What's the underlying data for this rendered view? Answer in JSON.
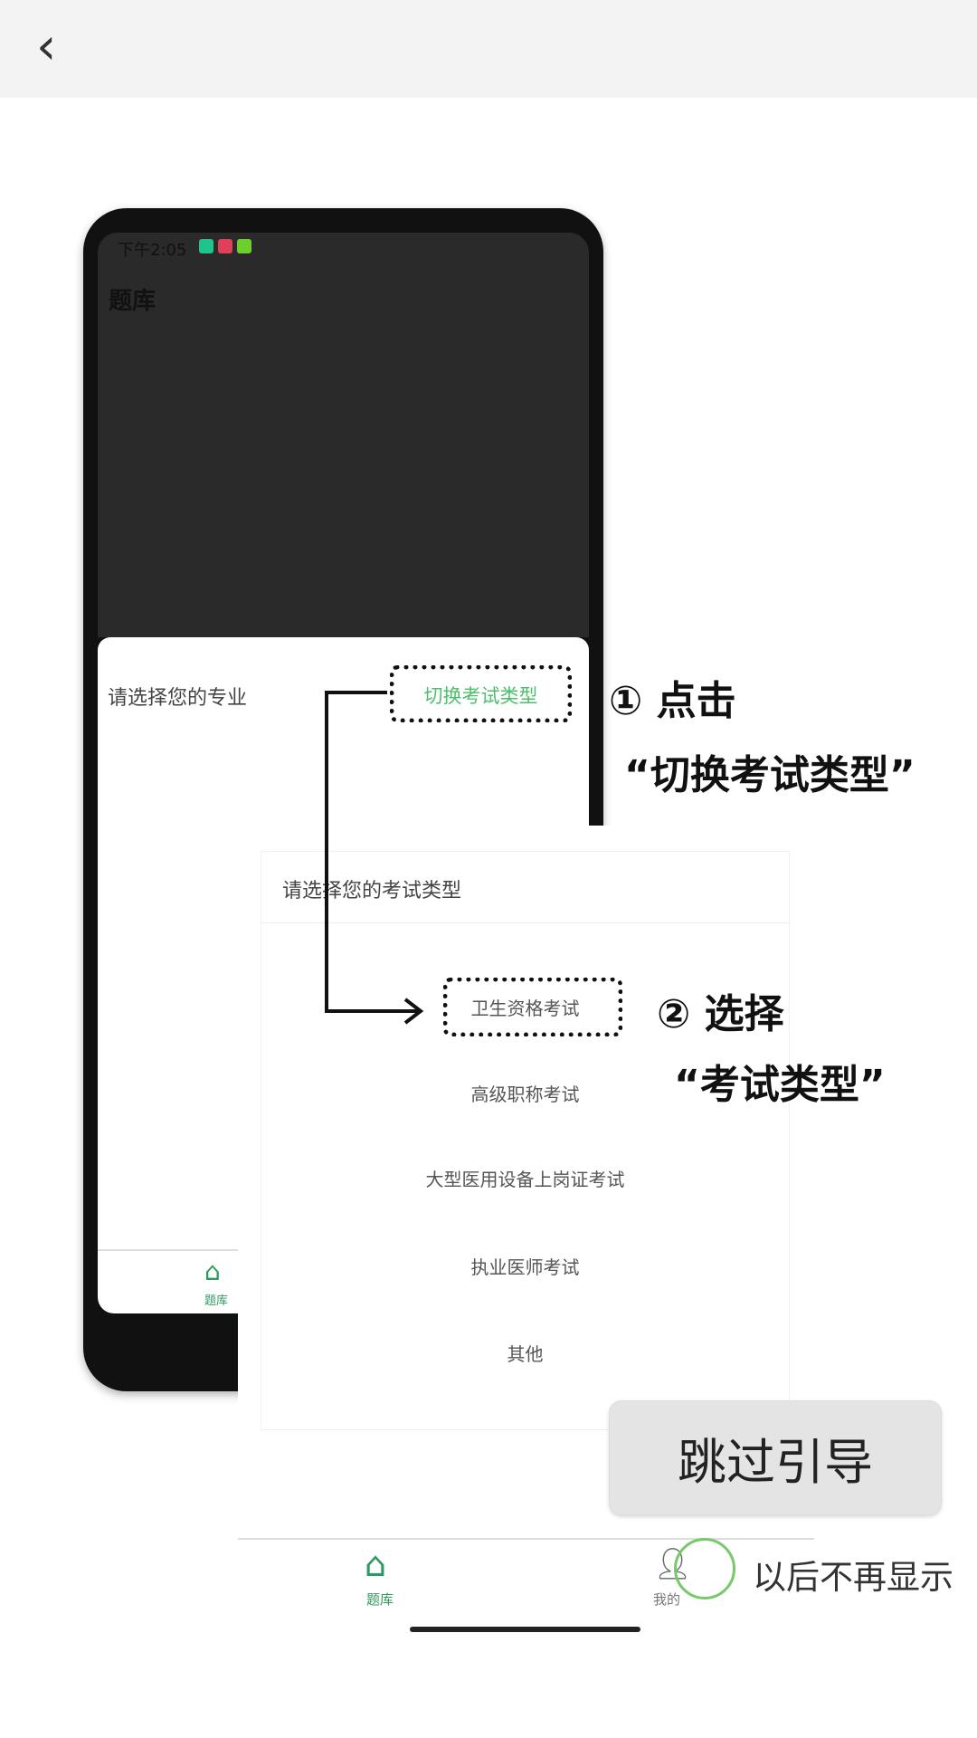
{
  "header": {
    "back_icon": "chevron-left-icon"
  },
  "phone": {
    "status_time": "下午2:05",
    "page_title": "题库",
    "major_prompt": "请选择您的专业",
    "switch_exam_type": "切换考试类型",
    "tab_home": "题库"
  },
  "dialog": {
    "title": "请选择您的考试类型",
    "options": [
      "卫生资格考试",
      "高级职称考试",
      "大型医用设备上岗证考试",
      "执业医师考试",
      "其他"
    ],
    "tab_home": "题库",
    "tab_mine": "我的"
  },
  "guide": {
    "step1": "① 点击",
    "step1_target": "“切换考试类型”",
    "step2": "② 选择",
    "step2_target": "“考试类型”",
    "skip_button": "跳过引导",
    "dont_show_again": "以后不再显示"
  },
  "colors": {
    "accent": "#2e9a5e",
    "check_ring": "#77c96a"
  }
}
